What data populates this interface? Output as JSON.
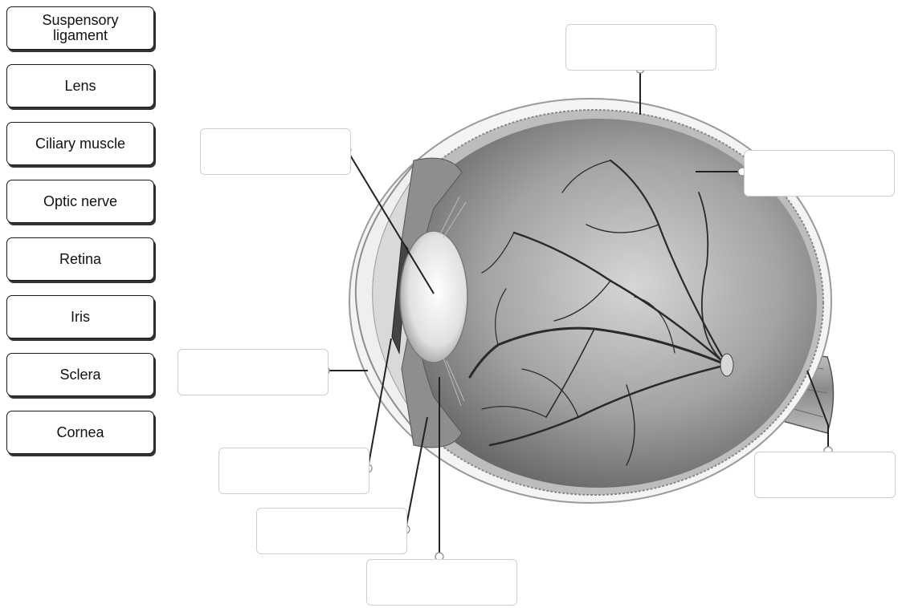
{
  "word_bank": {
    "items": [
      {
        "label": "Suspensory ligament"
      },
      {
        "label": "Lens"
      },
      {
        "label": "Ciliary muscle"
      },
      {
        "label": "Optic nerve"
      },
      {
        "label": "Retina"
      },
      {
        "label": "Iris"
      },
      {
        "label": "Sclera"
      },
      {
        "label": "Cornea"
      }
    ]
  },
  "drop_targets": [
    {
      "value": ""
    },
    {
      "value": ""
    },
    {
      "value": ""
    },
    {
      "value": ""
    },
    {
      "value": ""
    },
    {
      "value": ""
    },
    {
      "value": ""
    },
    {
      "value": ""
    }
  ],
  "colors": {
    "chip_border": "#1a1a1a",
    "drop_border": "#cfcfcf",
    "leader_line": "#222222",
    "eye_interior": "#7a7a7a",
    "vessel": "#2a2a2a"
  }
}
